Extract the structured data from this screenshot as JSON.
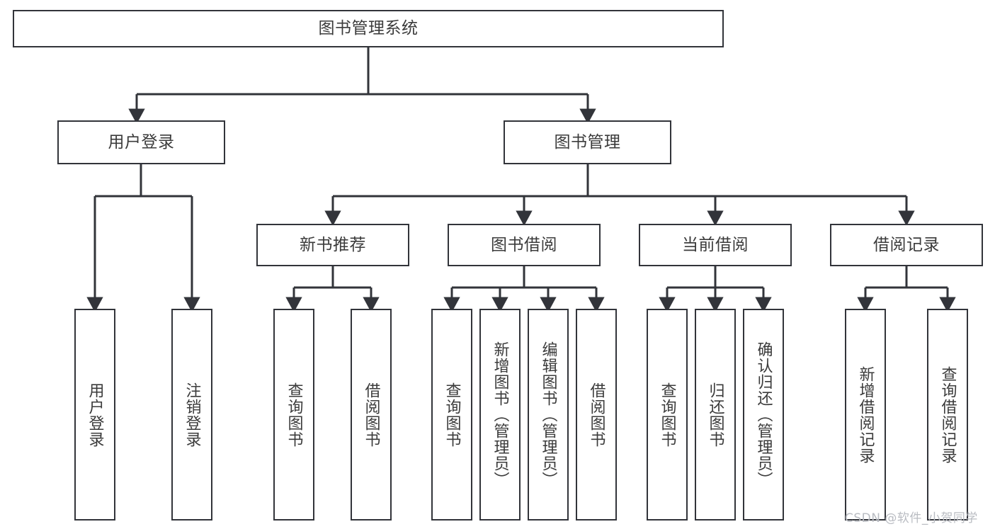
{
  "diagram": {
    "title": "图书管理系统",
    "type": "tree-hierarchy-diagram",
    "theme": {
      "stroke": "#32343a",
      "fill": "#ffffff",
      "text": "#3b3b3b",
      "background": "#ffffff",
      "watermark_color": "#b9bcc2"
    },
    "root": {
      "label": "图书管理系统"
    },
    "level2": [
      {
        "label": "用户登录"
      },
      {
        "label": "图书管理"
      }
    ],
    "level3": [
      {
        "label": "新书推荐"
      },
      {
        "label": "图书借阅"
      },
      {
        "label": "当前借阅"
      },
      {
        "label": "借阅记录"
      }
    ],
    "leaves": {
      "user_login": [
        {
          "label": "用户登录"
        },
        {
          "label": "注销登录"
        }
      ],
      "new_book": [
        {
          "label": "查询图书"
        },
        {
          "label": "借阅图书"
        }
      ],
      "book_borrow": [
        {
          "label": "查询图书"
        },
        {
          "label": "新增图书（管理员）"
        },
        {
          "label": "编辑图书（管理员）"
        },
        {
          "label": "借阅图书"
        }
      ],
      "current_borrow": [
        {
          "label": "查询图书"
        },
        {
          "label": "归还图书"
        },
        {
          "label": "确认归还（管理员）"
        }
      ],
      "borrow_record": [
        {
          "label": "新增借阅记录"
        },
        {
          "label": "查询借阅记录"
        }
      ]
    }
  },
  "watermark": {
    "text": "CSDN @软件_小贺同学"
  }
}
